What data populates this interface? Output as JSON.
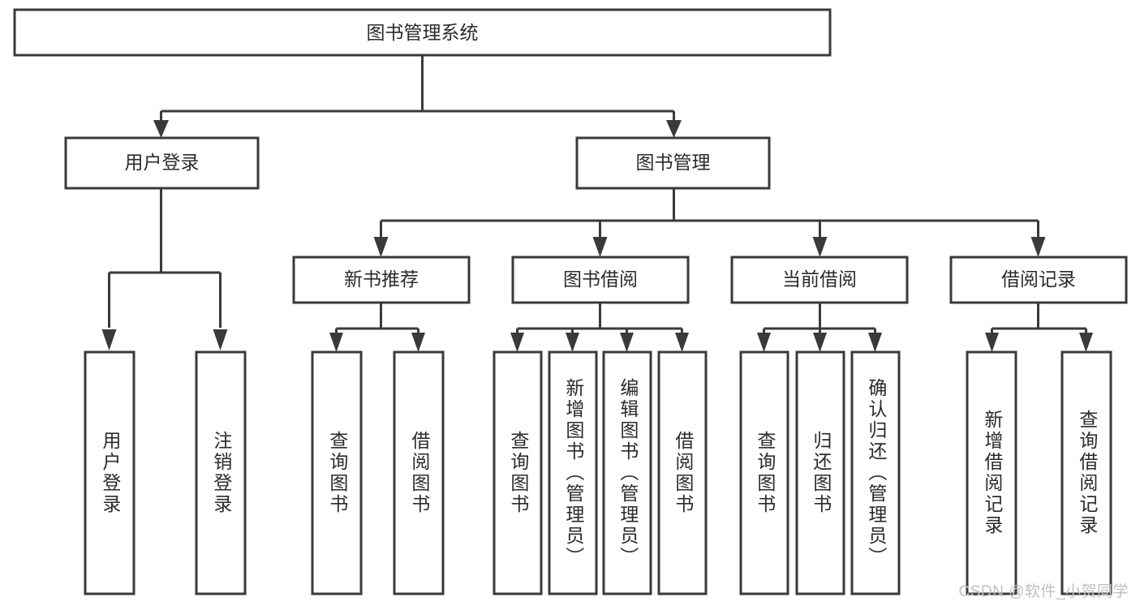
{
  "diagram": {
    "title": "图书管理系统",
    "type": "hierarchy-tree",
    "accent_color": "#3a3a3a",
    "text_color": "#2b2b2b",
    "background_color": "#ffffff",
    "levels": {
      "root": {
        "label": "图书管理系统"
      },
      "level2": [
        {
          "id": "user-login",
          "label": "用户登录"
        },
        {
          "id": "book-management",
          "label": "图书管理"
        }
      ],
      "level3": [
        {
          "id": "new-book-recommend",
          "label": "新书推荐"
        },
        {
          "id": "book-borrow",
          "label": "图书借阅"
        },
        {
          "id": "current-borrow",
          "label": "当前借阅"
        },
        {
          "id": "borrow-record",
          "label": "借阅记录"
        }
      ],
      "leaves": [
        {
          "id": "leaf-user-login",
          "label": "用户登录",
          "parent": "user-login"
        },
        {
          "id": "leaf-logout",
          "label": "注销登录",
          "parent": "user-login"
        },
        {
          "id": "leaf-query-book-1",
          "label": "查询图书",
          "parent": "new-book-recommend"
        },
        {
          "id": "leaf-borrow-book-1",
          "label": "借阅图书",
          "parent": "new-book-recommend"
        },
        {
          "id": "leaf-query-book-2",
          "label": "查询图书",
          "parent": "book-borrow"
        },
        {
          "id": "leaf-add-book",
          "label": "新增图书（管理员）",
          "parent": "book-borrow"
        },
        {
          "id": "leaf-edit-book",
          "label": "编辑图书（管理员）",
          "parent": "book-borrow"
        },
        {
          "id": "leaf-borrow-book-2",
          "label": "借阅图书",
          "parent": "book-borrow"
        },
        {
          "id": "leaf-query-book-3",
          "label": "查询图书",
          "parent": "current-borrow"
        },
        {
          "id": "leaf-return-book",
          "label": "归还图书",
          "parent": "current-borrow"
        },
        {
          "id": "leaf-confirm-return",
          "label": "确认归还（管理员）",
          "parent": "current-borrow"
        },
        {
          "id": "leaf-add-record",
          "label": "新增借阅记录",
          "parent": "borrow-record"
        },
        {
          "id": "leaf-query-record",
          "label": "查询借阅记录",
          "parent": "borrow-record"
        }
      ]
    }
  },
  "watermark": {
    "text": "CSDN @软件_小贺同学"
  }
}
